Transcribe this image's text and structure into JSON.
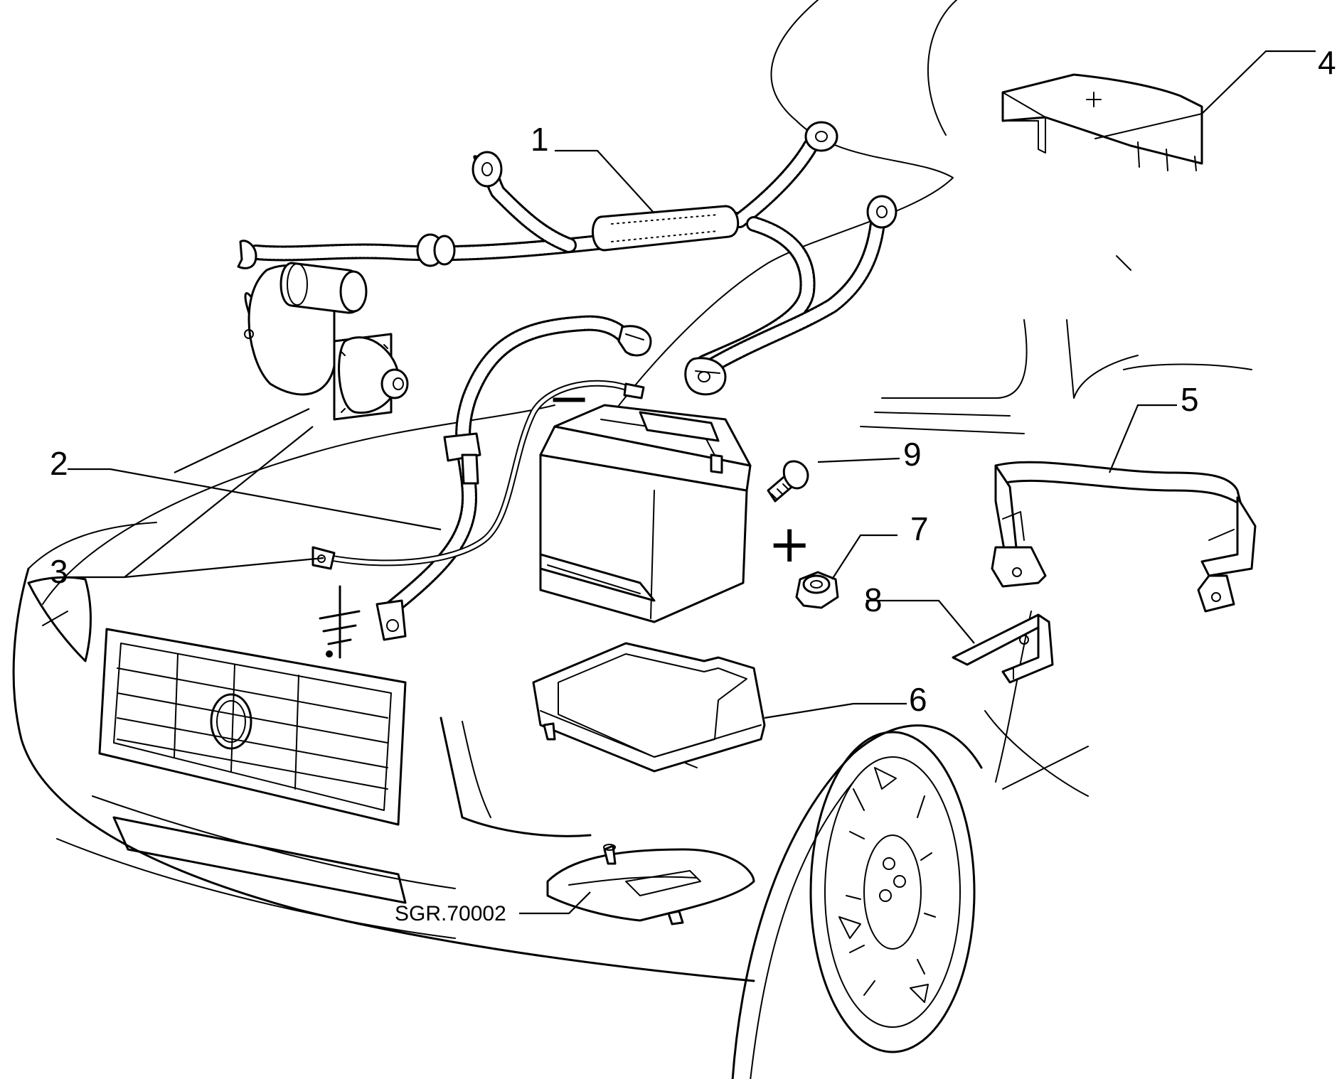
{
  "callouts": [
    {
      "id": "1",
      "label": "1"
    },
    {
      "id": "2",
      "label": "2"
    },
    {
      "id": "3",
      "label": "3"
    },
    {
      "id": "4",
      "label": "4"
    },
    {
      "id": "5",
      "label": "5"
    },
    {
      "id": "6",
      "label": "6"
    },
    {
      "id": "7",
      "label": "7"
    },
    {
      "id": "8",
      "label": "8"
    },
    {
      "id": "9",
      "label": "9"
    }
  ],
  "reference_label": "SGR.70002",
  "polarity": {
    "negative": "−",
    "positive": "+"
  }
}
